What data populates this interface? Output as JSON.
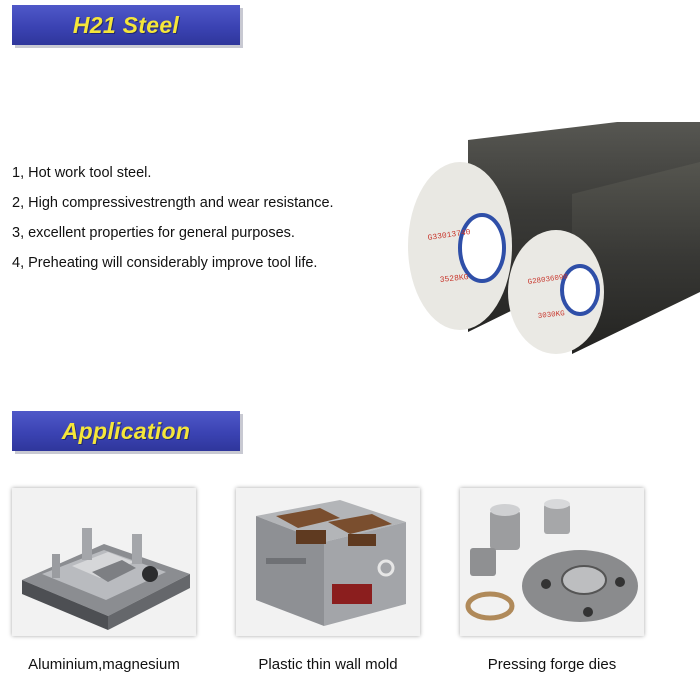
{
  "section1": {
    "title": "H21 Steel"
  },
  "features": [
    "1, Hot work tool steel.",
    "2, High compressivestrength and wear resistance.",
    "3, excellent properties for general purposes.",
    "4, Preheating will considerably improve tool life."
  ],
  "bars": {
    "left": {
      "code": "G33013740",
      "weight": "3528KG"
    },
    "right": {
      "code": "G28036090",
      "weight": "3030KG"
    }
  },
  "section2": {
    "title": "Application"
  },
  "applications": [
    {
      "label": "Aluminium,magnesium"
    },
    {
      "label": "Plastic thin wall mold"
    },
    {
      "label": "Pressing forge dies"
    }
  ],
  "colors": {
    "banner": "#3b43b3",
    "banner_text": "#f5e63a",
    "stamp": "#c8372d",
    "steel": "#3f3f3c"
  }
}
